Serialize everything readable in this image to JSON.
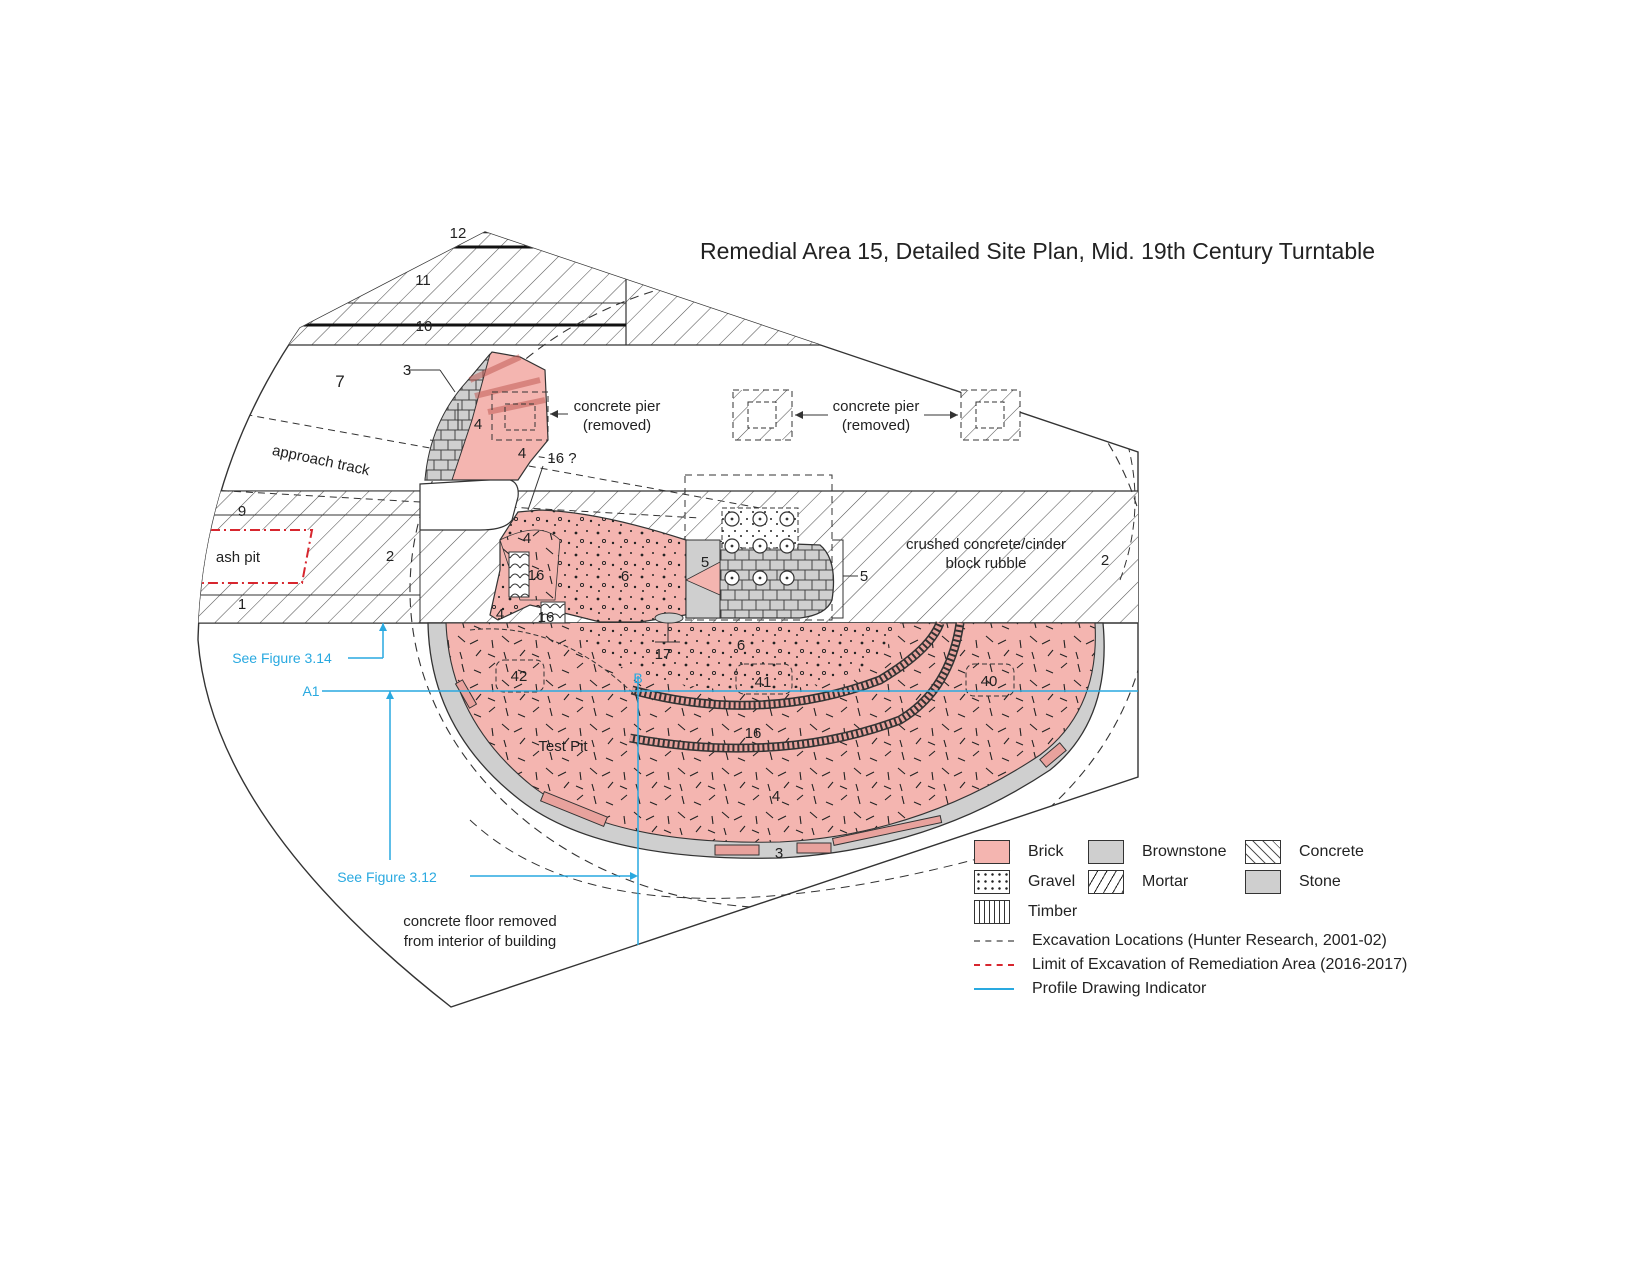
{
  "title": "Remedial Area 15, Detailed Site Plan,  Mid. 19th Century Turntable",
  "colors": {
    "brick": "#f4b5b0",
    "stone": "#cfcfcf",
    "concrete_hatch": "#555555",
    "profile": "#29a9e0",
    "limit": "#d7262e",
    "excavation": "#8a8a8a"
  },
  "labels": {
    "n12": "12",
    "n11": "11",
    "n10": "10",
    "n7": "7",
    "n3a": "3",
    "n4a": "4",
    "n4b": "4",
    "n16q": "16 ?",
    "n9": "9",
    "n2a": "2",
    "n1": "1",
    "n4c": "4",
    "n16a": "16",
    "n6a": "6",
    "n5a": "5",
    "n5b": "5",
    "n2b": "2",
    "n4d": "4",
    "n16b": "16",
    "n17": "17",
    "n6b": "6",
    "n42": "42",
    "n41": "41",
    "n40": "40",
    "n16c": "16",
    "n4e": "4",
    "n3b": "3",
    "a1": "A1",
    "b": "B",
    "pier1_l1": "concrete pier",
    "pier1_l2": "(removed)",
    "pier2_l1": "concrete pier",
    "pier2_l2": "(removed)",
    "approach": "approach track",
    "ash_pit": "ash pit",
    "rubble_l1": "crushed concrete/cinder",
    "rubble_l2": "block rubble",
    "test_pit": "Test Pit",
    "see314": "See Figure 3.14",
    "see312": "See Figure 3.12",
    "floor_l1": "concrete floor removed",
    "floor_l2": "from interior of building"
  },
  "legend": {
    "brick": "Brick",
    "brownstone": "Brownstone",
    "concrete": "Concrete",
    "gravel": "Gravel",
    "mortar": "Mortar",
    "stone": "Stone",
    "timber": "Timber",
    "excavation": "Excavation Locations (Hunter Research, 2001-02)",
    "limit": "Limit of Excavation of Remediation Area (2016-2017)",
    "profile": "Profile Drawing Indicator"
  }
}
